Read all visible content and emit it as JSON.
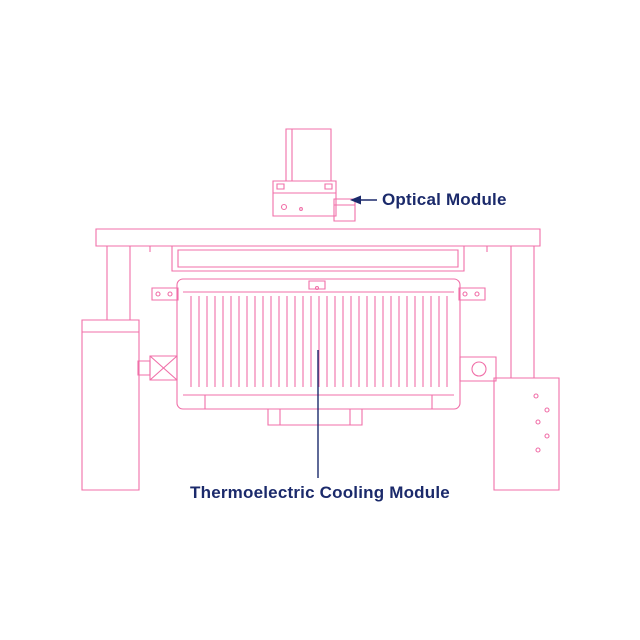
{
  "diagram": {
    "labels": {
      "optical_module": "Optical Module",
      "cooling_module": "Thermoelectric Cooling Module"
    },
    "colors": {
      "drawing_stroke": "#f06fa8",
      "label_text": "#1b2a6b",
      "background": "#ffffff"
    },
    "fin_count": 33
  }
}
